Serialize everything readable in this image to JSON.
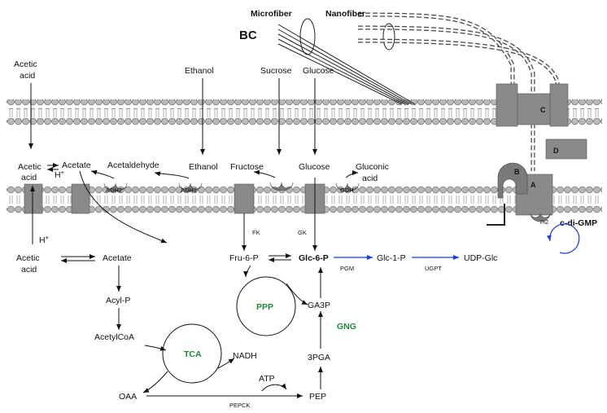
{
  "labels": {
    "microfiber": "Microfiber",
    "nanofiber": "Nanofiber",
    "bc": "BC",
    "acetic_acid_out": "Acetic acid",
    "ethanol_out": "Ethanol",
    "sucrose_out": "Sucrose",
    "glucose_out": "Glucose",
    "acetic_acid_peri": "Acetic acid",
    "h_plus_1": "H",
    "acetate_peri": "Acetate",
    "acetaldehyde": "Acetaldehyde",
    "ethanol_peri": "Ethanol",
    "fructose": "Fructose",
    "glucose_peri": "Glucose",
    "gluconic_acid": "Gluconic acid",
    "adh2": "ADH2",
    "adh1": "ADH1",
    "gdh": "GDH",
    "h_plus_2": "H",
    "acetic_acid_in": "Acetic acid",
    "acetate_in": "Acetate",
    "acyl_p": "Acyl-P",
    "acetylcoa": "AcetylCoA",
    "tca": "TCA",
    "nadh": "NADH",
    "oaa": "OAA",
    "fk": "FK",
    "gk": "GK",
    "fru6p": "Fru-6-P",
    "glc6p": "Glc-6-P",
    "pgm": "PGM",
    "glc1p": "Glc-1-P",
    "ugpt": "UGPT",
    "udp_glc": "UDP-Glc",
    "ppp": "PPP",
    "ga3p": "GA3P",
    "gng": "GNG",
    "pga3": "3PGA",
    "atp": "ATP",
    "pep": "PEP",
    "pepck": "PEPCK",
    "c_di_gmp": "c-di-GMP",
    "pilz": "PilZ",
    "sub_a": "A",
    "sub_b": "B",
    "sub_c": "C",
    "sub_d": "D",
    "plus": "+"
  },
  "colors": {
    "membrane_head": "#b5b5b5",
    "protein": "#8a8a8a",
    "green_label": "#1f8a3c",
    "blue_arrow": "#1a3fe0"
  }
}
